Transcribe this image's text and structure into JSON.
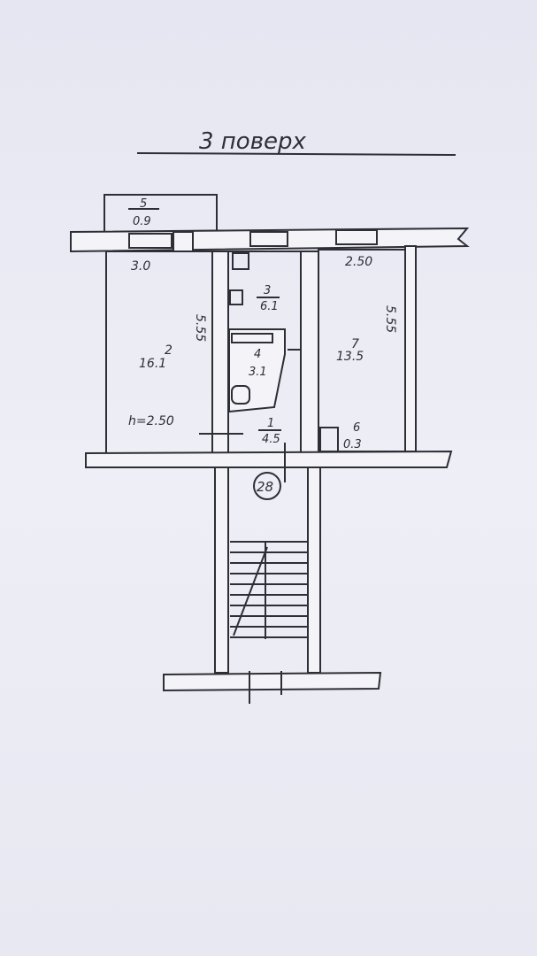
{
  "title": "3 поверх",
  "rooms": [
    {
      "number": "1",
      "area": "4.5"
    },
    {
      "number": "2",
      "area": "16.1"
    },
    {
      "number": "3",
      "area": "6.1"
    },
    {
      "number": "4",
      "area": "3.1"
    },
    {
      "number": "5",
      "area": "0.9"
    },
    {
      "number": "6",
      "area": "0.3"
    },
    {
      "number": "7",
      "area": "13.5"
    }
  ],
  "dimensions": {
    "room2_width": "3.0",
    "room2_length": "5.55",
    "room7_width": "2.50",
    "room7_length": "5.55",
    "ceiling_height": "h=2.50"
  },
  "apartment_number": "28"
}
